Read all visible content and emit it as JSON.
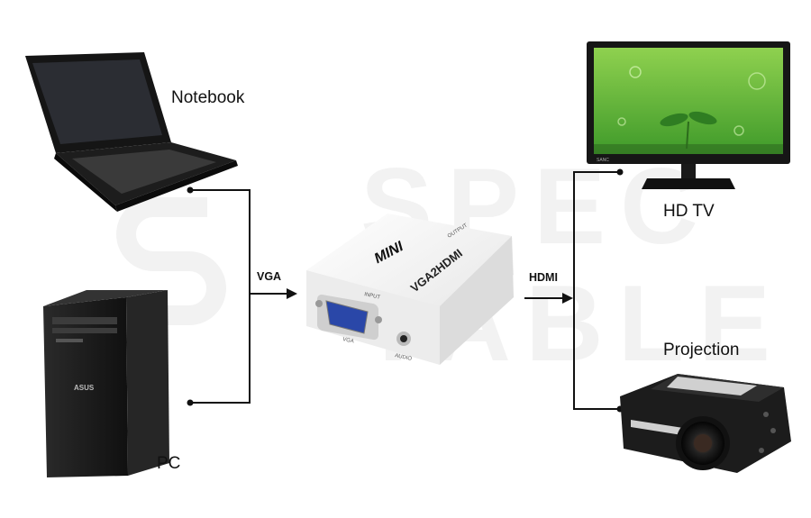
{
  "watermark": {
    "line1": "SPEC",
    "line2": "TABLE"
  },
  "sources": {
    "notebook": "Notebook",
    "pc": "PC",
    "pc_brand": "ASUS"
  },
  "converter": {
    "top_text": "MINI",
    "model": "VGA2HDMI",
    "output_label": "OUTPUT",
    "input_label": "INPUT",
    "vga_port_label": "VGA",
    "audio_port_label": "AUDIO"
  },
  "connections": {
    "input": "VGA",
    "output": "HDMI"
  },
  "outputs": {
    "hdtv": "HD TV",
    "tv_brand": "SANC",
    "projection": "Projection"
  },
  "colors": {
    "line": "#111111",
    "device_dark": "#1c1c1c",
    "converter_body": "#f2f2f2",
    "screen_green": "#5fb83a"
  }
}
